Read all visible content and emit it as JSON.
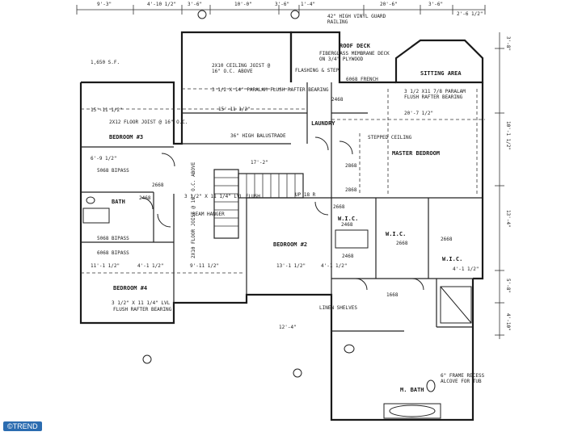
{
  "top_dimensions": [
    "9'-3\"",
    "4'-10 1/2\"",
    "3'-6\"",
    "10'-0\"",
    "3'-6\"",
    "1'-4\"",
    "20'-6\"",
    "3'-6\"",
    "2'-6 1/2\""
  ],
  "right_dimensions": [
    "3'-8\"",
    "10'-1 1/2\"",
    "13'-4\"",
    "5'-8\"",
    "4'-10\""
  ],
  "rooms": {
    "bedroom3": "BEDROOM #3",
    "bedroom2": "BEDROOM #2",
    "bedroom4": "BEDROOM #4",
    "bath": "BATH",
    "master": "MASTER BEDROOM",
    "sitting": "SITTING AREA",
    "laundry": "LAUNDRY",
    "wic1": "W.I.C.",
    "wic2": "W.I.C.",
    "wic3": "W.I.C.",
    "mbath": "M. BATH",
    "roof_deck": "ROOF DECK"
  },
  "notes": {
    "sqft": "1,650 S.F.",
    "vinyl_railing": "42\" HIGH VINYL GUARD RAILING",
    "roof_deck_detail": "FIBERGLASS MEMBRANE DECK ON 3/4\" PLYWOOD",
    "flashing": "FLASHING & STEP",
    "ceiling_joist": "2X10 CEILING JOIST @ 16\" O.C. ABOVE",
    "parallam_1": "3 1/2 X 14\" PARALAM FLUSH RAFTER BEARING",
    "parallam_2": "3 1/2 X11 7/8 PARALAM FLUSH RAFTER BEARING",
    "floor_joist": "2X12 FLOOR JOIST @ 16\" O.C.",
    "balustrade": "36\" HIGH BALUSTRADE",
    "stepped_ceiling": "STEPPED CEILING",
    "lvl_1": "3 1/2\" X 11 1/4\" LVL FLUSH",
    "lvl_2": "3 1/2\" X 11 1/4\" LVL",
    "beam_hanger": "BEAM HANGER",
    "flush_rafter": "FLUSH RAFTER BEARING",
    "floor_joist_2": "2X10 FLOOR JOIST @ 16\" O.C. ABOVE",
    "linen": "LINEN SHELVES",
    "alcove": "6\" FRAME RECESS ALCOVE FOR TUB",
    "french": "6068 FRENCH",
    "bypass_1": "5068 BIPASS",
    "bypass_2": "5068 BIPASS",
    "bypass_3": "6068 BIPASS",
    "up": "UP 18 R"
  },
  "room_dimensions": {
    "d1": "15'-11 1/2\"",
    "d2": "20'-7 1/2\"",
    "d3": "17'-2\"",
    "d4": "13'-1 1/2\"",
    "d5": "9'-11 1/2\"",
    "d6": "12'-4\"",
    "d7": "15'-11 1/2\"",
    "d8": "4'-1 1/2\"",
    "d9": "4'-1 1/2\"",
    "d10": "4'-1 1/2\"",
    "d11": "6'-9 1/2\"",
    "d12": "11'-1 1/2\""
  },
  "door_tags": [
    "2468",
    "2668",
    "2468",
    "2668",
    "2668",
    "2468",
    "2868",
    "2868",
    "2668",
    "2468",
    "1668"
  ],
  "watermark": "©TREND"
}
